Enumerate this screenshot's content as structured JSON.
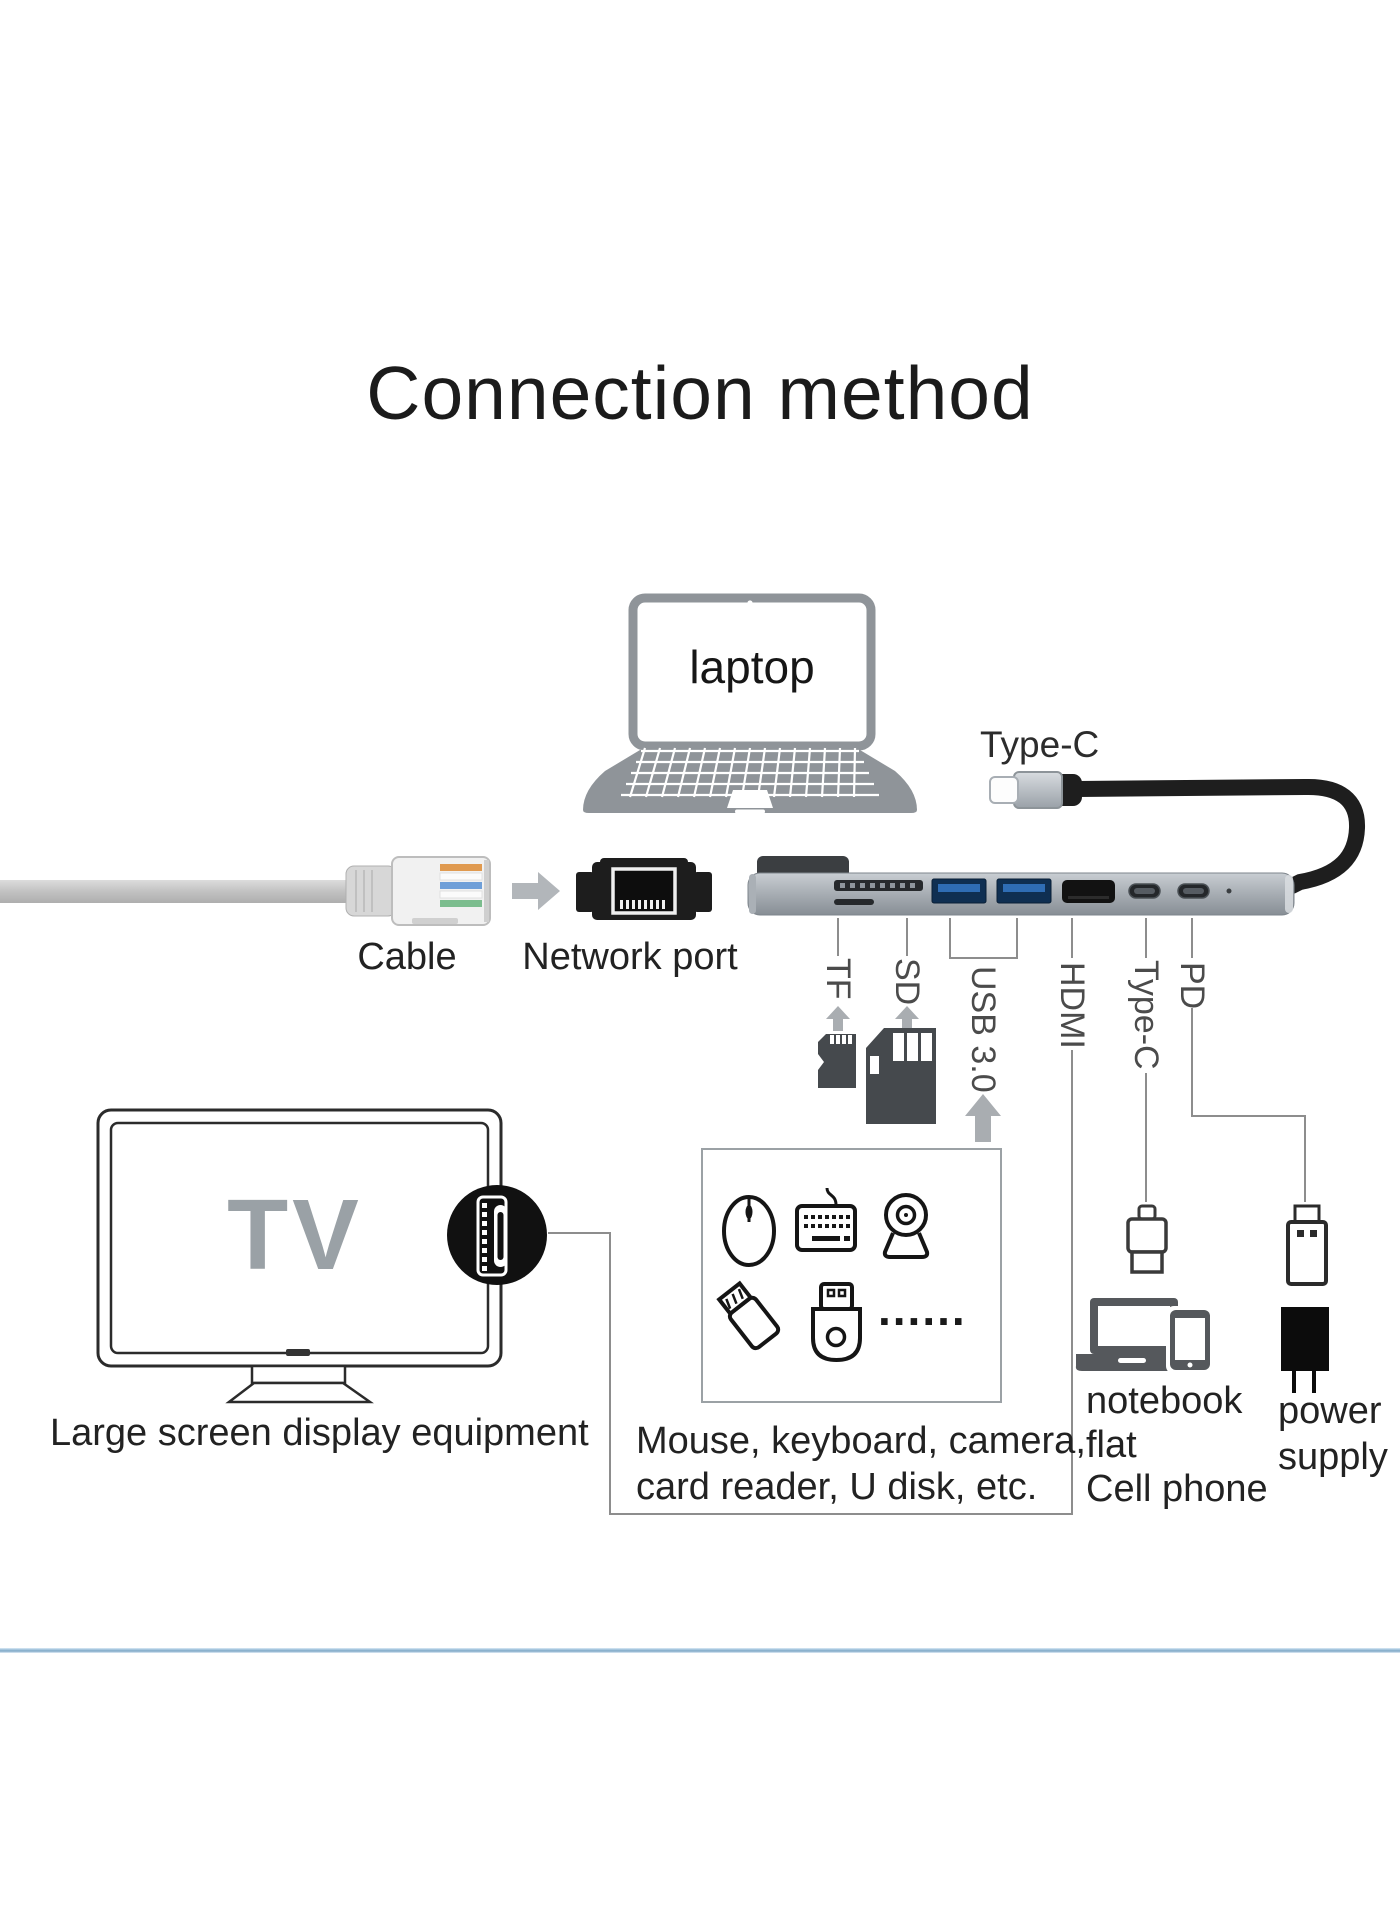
{
  "title": "Connection method",
  "laptop": {
    "label": "laptop"
  },
  "hub": {
    "cable_label": "Type-C"
  },
  "ethernet": {
    "cable_label": "Cable",
    "port_label": "Network port"
  },
  "ports": [
    {
      "label": "TF"
    },
    {
      "label": "SD"
    },
    {
      "label": "USB 3.0"
    },
    {
      "label": "HDMI"
    },
    {
      "label": "Type-C"
    },
    {
      "label": "PD"
    }
  ],
  "tv": {
    "screen_label": "TV",
    "caption": "Large screen display equipment"
  },
  "peripherals": {
    "dots": "......",
    "caption_line1": "Mouse, keyboard, camera,",
    "caption_line2": "card reader, U disk, etc."
  },
  "typec_target": {
    "line1": "notebook",
    "line2": "flat",
    "line3": "Cell phone"
  },
  "pd_target": {
    "line1": "power",
    "line2": "supply"
  },
  "colors": {
    "accent_line": "#8fb3d1",
    "usb_port_blue": "#2f6db5",
    "hub_gray": "#a7adb3"
  }
}
